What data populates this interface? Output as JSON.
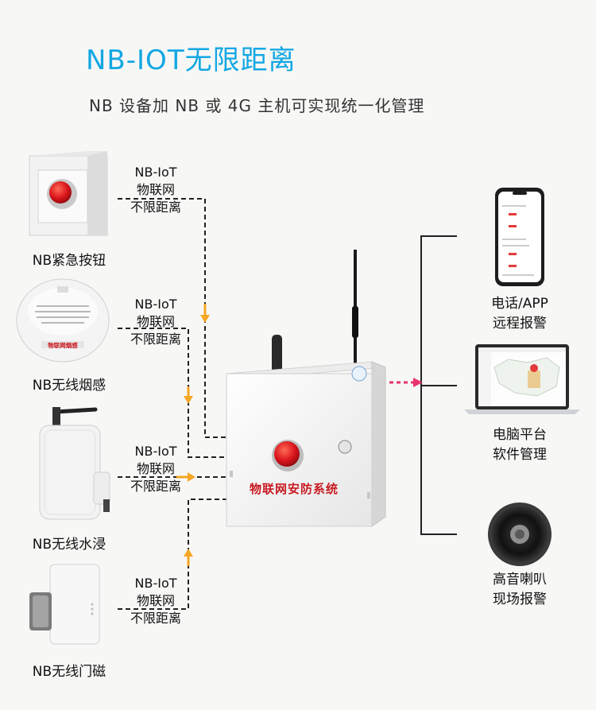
{
  "header": {
    "title": "NB-IOT无限距离",
    "subtitle": "NB 设备加 NB 或 4G 主机可实现统一化管理"
  },
  "devices": [
    {
      "label": "NB紧急按钮",
      "link": [
        "NB-IoT",
        "物联网",
        "不限距离"
      ]
    },
    {
      "label": "NB无线烟感",
      "link": [
        "NB-IoT",
        "物联网",
        "不限距离"
      ]
    },
    {
      "label": "NB无线水浸",
      "link": [
        "NB-IoT",
        "物联网",
        "不限距离"
      ]
    },
    {
      "label": "NB无线门磁",
      "link": [
        "NB-IoT",
        "物联网",
        "不限距离"
      ]
    }
  ],
  "host": {
    "panel_text": "物联网安防系统"
  },
  "smoke_sticker": "物联网烟感",
  "outputs": [
    {
      "lines": [
        "电话/APP",
        "远程报警"
      ]
    },
    {
      "lines": [
        "电脑平台",
        "软件管理"
      ]
    },
    {
      "lines": [
        "高音喇叭",
        "现场报警"
      ]
    }
  ],
  "colors": {
    "title": "#12a7e3",
    "arrow": "#f5a623",
    "output_arrow": "#e8336d",
    "button_red": "#d9141b"
  }
}
